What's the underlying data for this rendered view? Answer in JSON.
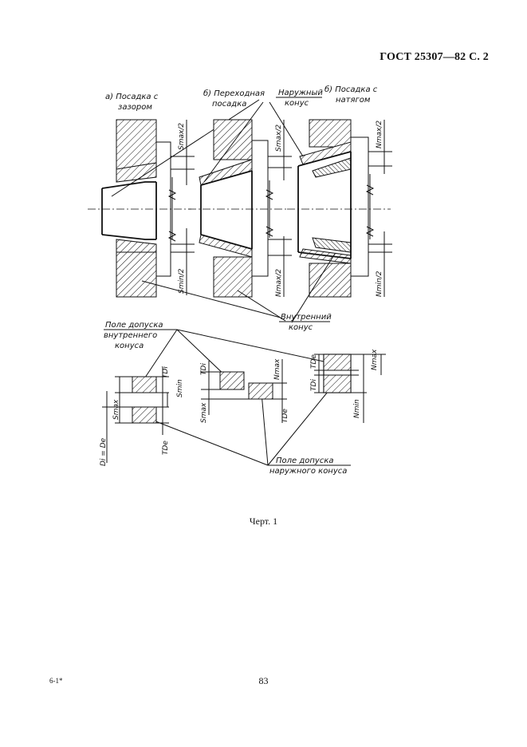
{
  "header": {
    "doc_ref": "ГОСТ 25307—82 С. 2"
  },
  "figure": {
    "panel_a": {
      "line1": "а) Посадка с",
      "line2": "зазором"
    },
    "panel_b": {
      "line1": "б) Переходная",
      "line2": "посадка"
    },
    "panel_c": {
      "line1": "б) Посадка с",
      "line2": "натягом"
    },
    "outer_cone": {
      "line1": "Наружный",
      "line2": "конус"
    },
    "inner_cone": {
      "line1": "Внутренний",
      "line2": "конус"
    },
    "inner_tol_field": {
      "line1": "Поле допуска",
      "line2": "внутреннего",
      "line3": "конуса"
    },
    "outer_tol_field": {
      "line1": "Поле допуска",
      "line2": "наружного конуса"
    },
    "dims": {
      "smax2": "Smax/2",
      "smin2": "Smin/2",
      "nmax2": "Nmax/2",
      "nmin2": "Nmin/2",
      "smax": "Smax",
      "smin": "Smin",
      "nmax": "Nmax",
      "nmin": "Nmin",
      "tdi": "TDi",
      "tde": "TDe",
      "di_de": "Di = De"
    }
  },
  "caption": "Черт. 1",
  "page_number": "83",
  "print_mark": "6-1*"
}
